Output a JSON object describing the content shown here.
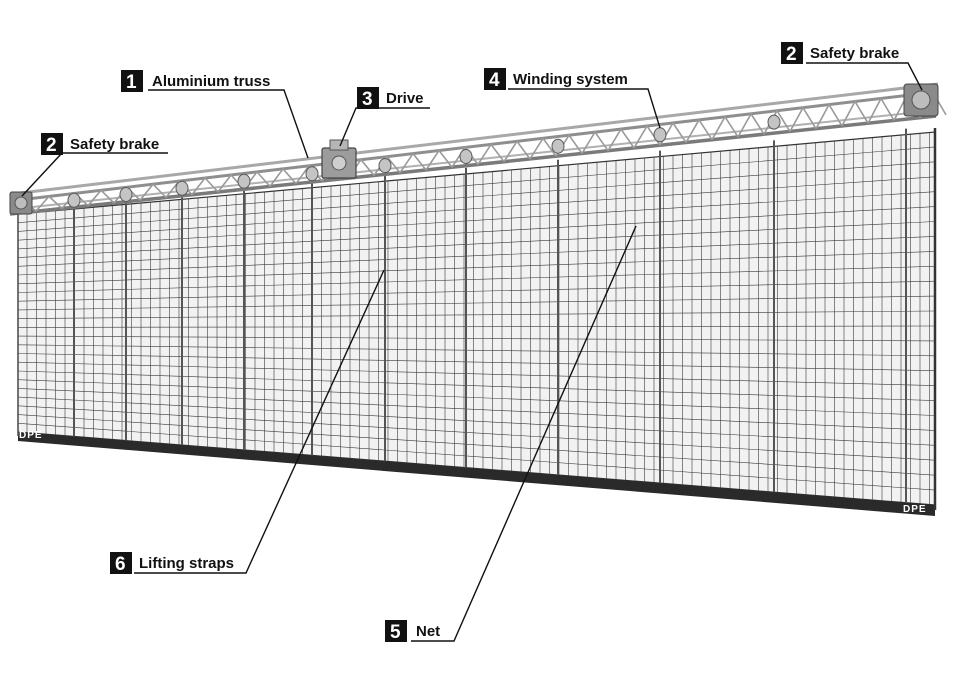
{
  "brand": {
    "mark": "DPE"
  },
  "colors": {
    "background": "#ffffff",
    "net_panel": "#f1f1f1",
    "net_lines": "#3a3a3a",
    "bottom_rail": "#2a2a2a",
    "truss": "#9a9a9a",
    "callout_box": "#111111",
    "leader_line": "#111111"
  },
  "callouts": [
    {
      "number": "1",
      "label": "Aluminium truss",
      "icon": "truss-icon"
    },
    {
      "number": "2",
      "label": "Safety brake",
      "icon": "brake-icon"
    },
    {
      "number": "2",
      "label": "Safety brake",
      "icon": "brake-icon"
    },
    {
      "number": "3",
      "label": "Drive",
      "icon": "motor-icon"
    },
    {
      "number": "4",
      "label": "Winding system",
      "icon": "spool-icon"
    },
    {
      "number": "5",
      "label": "Net",
      "icon": "net-icon"
    },
    {
      "number": "6",
      "label": "Lifting straps",
      "icon": "strap-icon"
    }
  ]
}
